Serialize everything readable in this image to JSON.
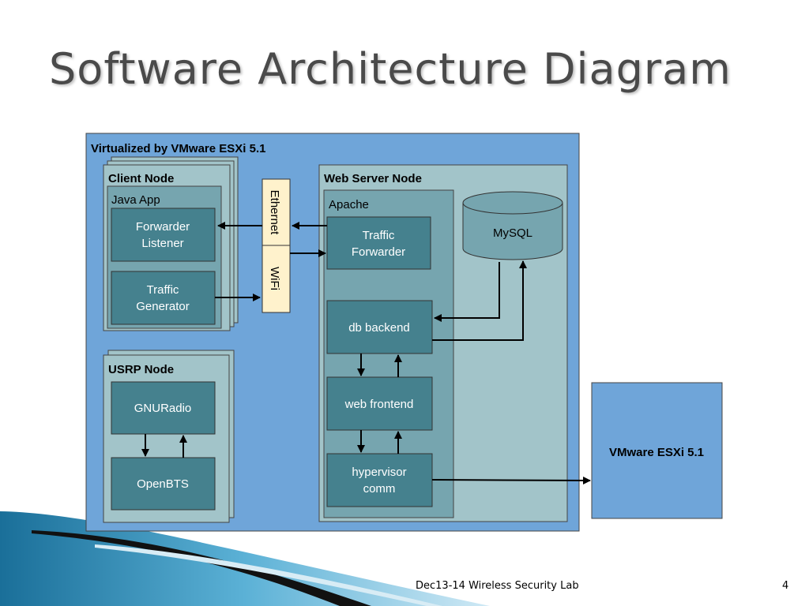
{
  "slide": {
    "title": "Software Architecture Diagram",
    "footer_text": "Dec13-14 Wireless Security Lab",
    "page_number": "4"
  },
  "diagram": {
    "outer_label": "Virtualized by VMware ESXi 5.1",
    "client_node": {
      "label": "Client Node",
      "app_label": "Java App",
      "forwarder_listener": [
        "Forwarder",
        "Listener"
      ],
      "traffic_generator": [
        "Traffic",
        "Generator"
      ]
    },
    "interfaces": {
      "ethernet": "Ethernet",
      "wifi": "WiFi"
    },
    "usrp_node": {
      "label": "USRP Node",
      "gnuradio": "GNURadio",
      "openbts": "OpenBTS"
    },
    "web_server_node": {
      "label": "Web Server Node",
      "apache_label": "Apache",
      "traffic_forwarder": [
        "Traffic",
        "Forwarder"
      ],
      "db_backend": "db backend",
      "web_frontend": "web frontend",
      "hypervisor_comm": [
        "hypervisor",
        "comm"
      ],
      "mysql": "MySQL"
    },
    "esxi_box": "VMware ESXi 5.1"
  },
  "colors": {
    "outer_bg": "#6fa5d9",
    "node_bg": "#a2c4c9",
    "component_bg": "#45818e",
    "interface_bg": "#fff2cc"
  }
}
